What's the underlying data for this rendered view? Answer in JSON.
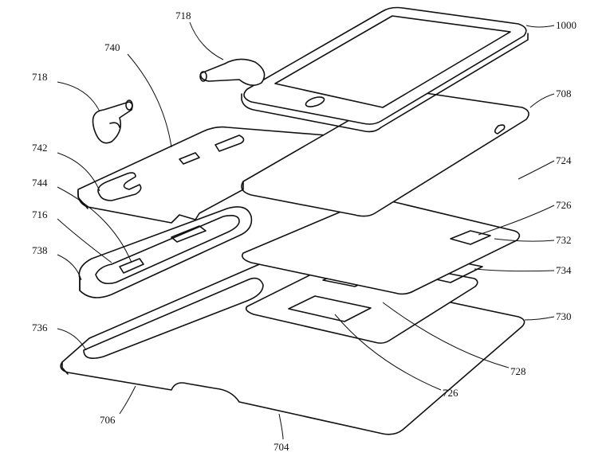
{
  "figure": {
    "labels": {
      "earbud_top": "718",
      "earbud_left": "718",
      "tray_cover": "740",
      "phone": "1000",
      "case": "708",
      "cutout": "742",
      "cradle_insert": "744",
      "cradle": "716",
      "cradle_wall": "738",
      "layer_upper": "724",
      "component_top": "726",
      "circuit_board": "732",
      "component_mid": "734",
      "base": "730",
      "base_recess": "736",
      "component_lower": "728",
      "component_bottom": "726",
      "base_edge_left": "706",
      "base_edge_bottom": "704"
    }
  }
}
